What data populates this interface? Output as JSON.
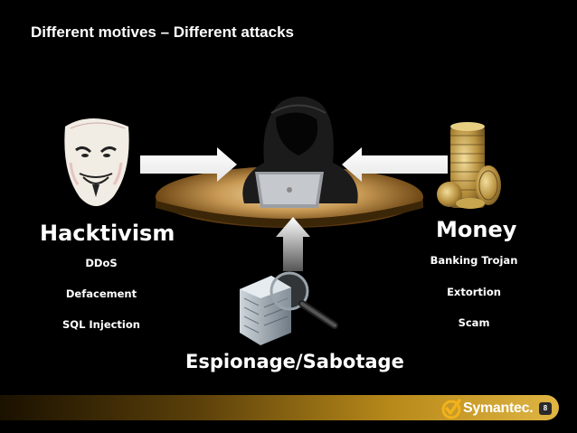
{
  "slide": {
    "title": "Different motives – Different attacks",
    "page_number": "8"
  },
  "hacktivism": {
    "heading": "Hacktivism",
    "items": [
      "DDoS",
      "Defacement",
      "SQL Injection"
    ]
  },
  "money": {
    "heading": "Money",
    "items": [
      "Banking Trojan",
      "Extortion",
      "Scam"
    ]
  },
  "espionage": {
    "heading": "Espionage/Sabotage"
  },
  "brand": {
    "name": "Symantec.",
    "accent": "#f2b21b"
  },
  "icons": [
    "mask-icon",
    "hooded-hacker-icon",
    "coin-stack-icon",
    "magnifier-building-icon",
    "arrow-right-icon",
    "arrow-left-icon",
    "arrow-up-icon",
    "checkmark-logo-icon"
  ]
}
